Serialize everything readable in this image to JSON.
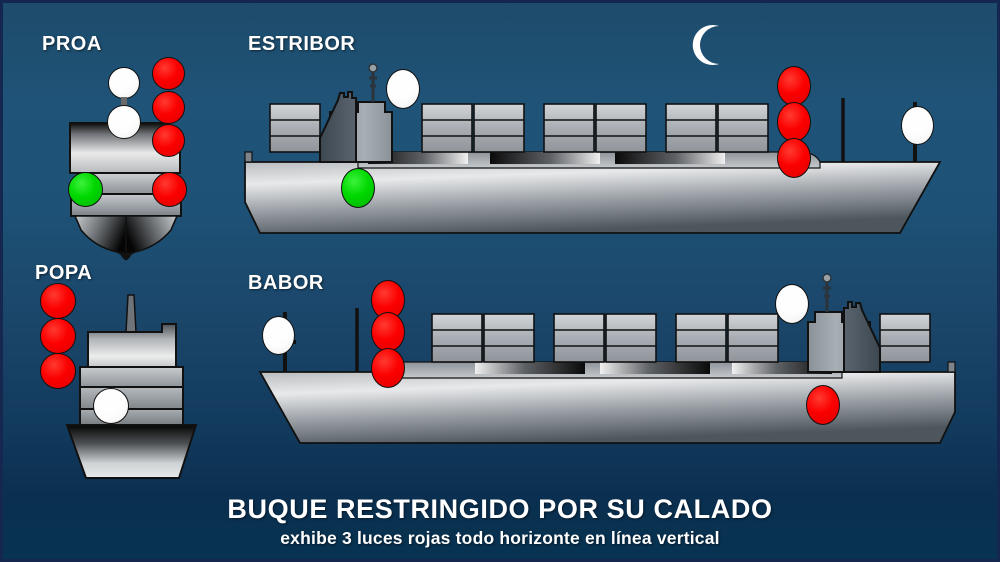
{
  "meta": {
    "title": "BUQUE RESTRINGIDO POR SU CALADO",
    "subtitle": "exhibe 3 luces rojas todo horizonte en línea vertical",
    "background_top": "#1d4b6b",
    "background_bottom": "#073351",
    "border_color": "#16274f"
  },
  "colors": {
    "red_light": "#fb0000",
    "green_light": "#00d800",
    "white_light": "#ffffff",
    "hull_dark": "#0d0d0d",
    "hull_light": "#dcdcdc",
    "superstructure": "#9aa2a8",
    "funnel": "#47525c",
    "text": "#ffffff"
  },
  "views": {
    "bow": {
      "label": "PROA",
      "lights": [
        {
          "name": "masthead-light-forward",
          "color": "white"
        },
        {
          "name": "masthead-light-aft",
          "color": "white"
        },
        {
          "name": "all-round-red-light-upper",
          "color": "red"
        },
        {
          "name": "all-round-red-light-middle",
          "color": "red"
        },
        {
          "name": "all-round-red-light-lower",
          "color": "red"
        },
        {
          "name": "port-sidelight",
          "color": "green"
        },
        {
          "name": "starboard-sidelight",
          "color": "red"
        }
      ]
    },
    "starboard": {
      "label": "ESTRIBOR",
      "lights": [
        {
          "name": "masthead-light-forward",
          "color": "white"
        },
        {
          "name": "starboard-sidelight",
          "color": "green"
        },
        {
          "name": "all-round-red-light-upper",
          "color": "red"
        },
        {
          "name": "all-round-red-light-middle",
          "color": "red"
        },
        {
          "name": "all-round-red-light-lower",
          "color": "red"
        },
        {
          "name": "stern-light",
          "color": "white"
        }
      ],
      "container_stacks": 4
    },
    "stern": {
      "label": "POPA",
      "lights": [
        {
          "name": "all-round-red-light-upper",
          "color": "red"
        },
        {
          "name": "all-round-red-light-middle",
          "color": "red"
        },
        {
          "name": "all-round-red-light-lower",
          "color": "red"
        },
        {
          "name": "stern-light",
          "color": "white"
        }
      ]
    },
    "port": {
      "label": "BABOR",
      "lights": [
        {
          "name": "stern-light",
          "color": "white"
        },
        {
          "name": "all-round-red-light-upper",
          "color": "red"
        },
        {
          "name": "all-round-red-light-middle",
          "color": "red"
        },
        {
          "name": "all-round-red-light-lower",
          "color": "red"
        },
        {
          "name": "masthead-light-forward",
          "color": "white"
        },
        {
          "name": "port-sidelight",
          "color": "red"
        }
      ],
      "container_stacks": 4
    }
  },
  "scene": {
    "moon": "crescent-moon"
  }
}
